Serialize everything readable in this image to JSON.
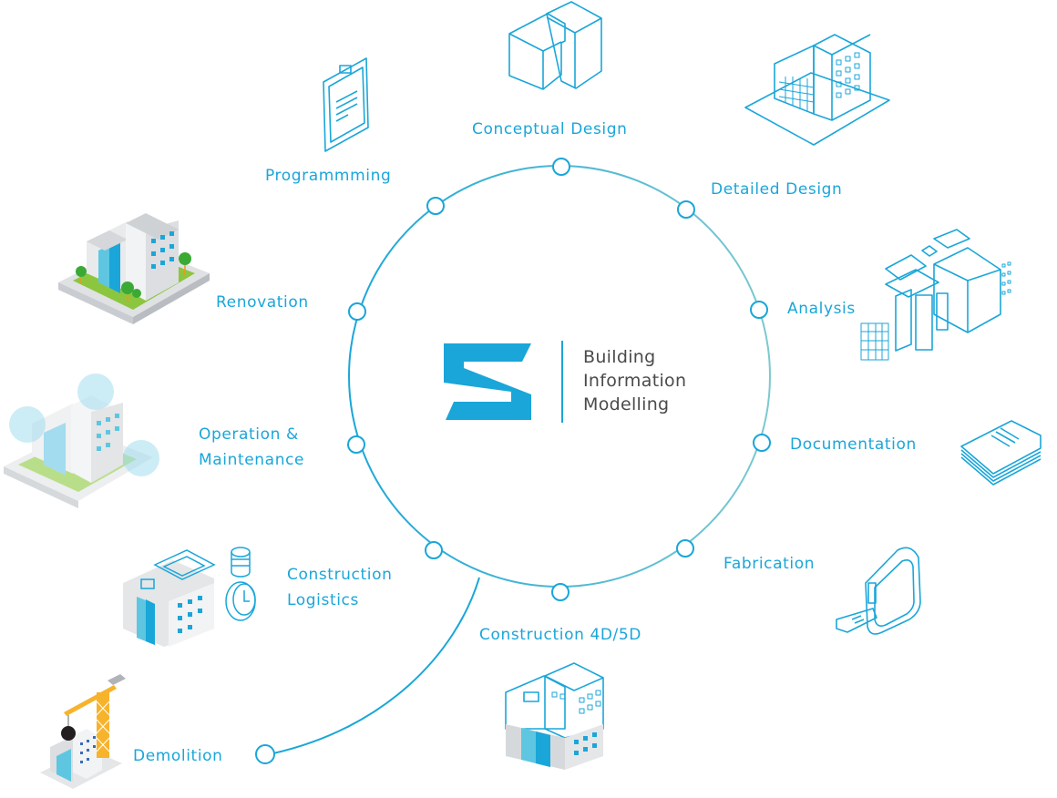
{
  "title_lines": [
    "Building",
    "Information",
    "Modelling"
  ],
  "logo": {
    "icon": "s-logo-icon",
    "color": "#1aa6d9"
  },
  "colors": {
    "accent": "#1aa6d9",
    "ring_right": "#7cc9d0",
    "text_dark": "#4a4a4a"
  },
  "stages": [
    {
      "id": "programming",
      "label": "Programmming",
      "icon": "clipboard-icon"
    },
    {
      "id": "conceptual-design",
      "label": "Conceptual Design",
      "icon": "blocks-icon"
    },
    {
      "id": "detailed-design",
      "label": "Detailed Design",
      "icon": "building-wireframe-icon"
    },
    {
      "id": "analysis",
      "label": "Analysis",
      "icon": "exploded-building-icon"
    },
    {
      "id": "documentation",
      "label": "Documentation",
      "icon": "documents-stack-icon"
    },
    {
      "id": "fabrication",
      "label": "Fabrication",
      "icon": "tape-measure-icon"
    },
    {
      "id": "construction-4d5d",
      "label": "Construction 4D/5D",
      "icon": "partial-building-icon"
    },
    {
      "id": "construction-logistics",
      "label_lines": [
        "Construction",
        "Logistics"
      ],
      "icon": "building-coins-clock-icon"
    },
    {
      "id": "operation-maintenance",
      "label_lines": [
        "Operation &",
        "Maintenance"
      ],
      "icon": "building-bubbles-icon"
    },
    {
      "id": "renovation",
      "label": "Renovation",
      "icon": "building-trees-icon"
    },
    {
      "id": "demolition",
      "label": "Demolition",
      "icon": "crane-wrecking-ball-icon"
    }
  ]
}
